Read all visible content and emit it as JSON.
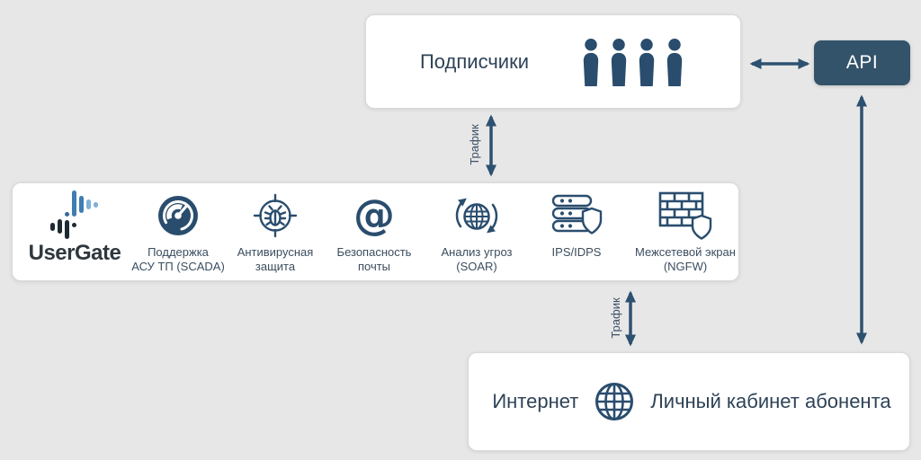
{
  "palette": {
    "background": "#e7e7e7",
    "arrow": "#2d5170",
    "icon_navy": "#2a4d6e",
    "api_background": "#33536b",
    "logo_blue": "#3f7db3",
    "logo_light_blue": "#7fb0d8",
    "logo_dark": "#1e2a33"
  },
  "subscribers_box": {
    "title": "Подписчики",
    "user_count": 4
  },
  "api_box": {
    "label": "API"
  },
  "arrows": {
    "traffic_top_label": "Трафик",
    "traffic_bottom_label": "Трафик"
  },
  "usergate_box": {
    "brand": "UserGate",
    "services": [
      {
        "icon": "gauge-icon",
        "line1": "Поддержка",
        "line2": "АСУ ТП (SCADA)"
      },
      {
        "icon": "bug-crosshair-icon",
        "line1": "Антивирусная",
        "line2": "защита"
      },
      {
        "icon": "at-sign-icon",
        "line1": "Безопасность",
        "line2": "почты"
      },
      {
        "icon": "globe-sync-icon",
        "line1": "Анализ угроз",
        "line2": "(SOAR)"
      },
      {
        "icon": "server-shield-icon",
        "line1": "IPS/IDPS",
        "line2": ""
      },
      {
        "icon": "firewall-shield-icon",
        "line1": "Межсетевой экран",
        "line2": "(NGFW)"
      }
    ]
  },
  "internet_box": {
    "left_label": "Интернет",
    "right_label": "Личный кабинет абонента"
  }
}
